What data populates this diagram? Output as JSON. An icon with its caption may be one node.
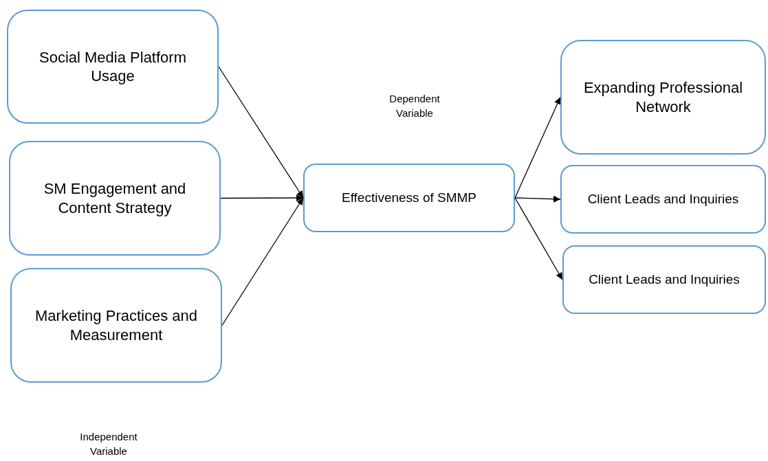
{
  "diagram": {
    "nodes": [
      {
        "text": [
          "Social Media Platform Usage"
        ]
      },
      {
        "text": [
          "SM Engagement and Content Strategy"
        ]
      },
      {
        "text": [
          "Marketing Practices and Measurement"
        ]
      },
      {
        "text": [
          "Effectiveness of SMMP"
        ]
      },
      {
        "text": [
          "Expanding Professional Network"
        ]
      },
      {
        "text": [
          "Client Leads and Inquiries"
        ]
      },
      {
        "text": [
          "Client Leads and Inquiries"
        ]
      }
    ],
    "edges": [
      {
        "from": 0,
        "to": 3,
        "arrow": "to"
      },
      {
        "from": 1,
        "to": 3,
        "arrow": "to"
      },
      {
        "from": 2,
        "to": 3,
        "arrow": "to"
      },
      {
        "from": 3,
        "to": 4,
        "arrow": "to"
      },
      {
        "from": 3,
        "to": 5,
        "arrow": "to"
      },
      {
        "from": 3,
        "to": 6,
        "arrow": "to"
      }
    ],
    "labels": [
      "Dependent Variable",
      "Independent Variable"
    ]
  }
}
